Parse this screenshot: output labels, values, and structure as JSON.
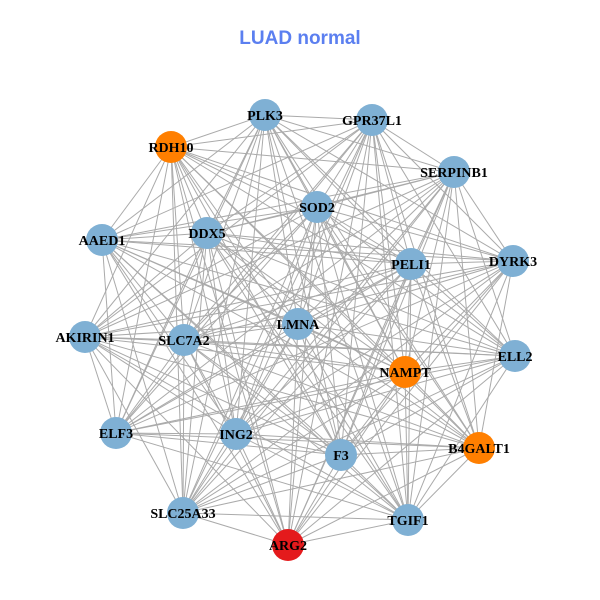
{
  "title": "LUAD normal",
  "colors": {
    "default": "#7fb0d4",
    "orange": "#ff7f00",
    "red": "#e41a1c",
    "edge": "#aaaaaa"
  },
  "nodes": [
    {
      "id": "PLK3",
      "color": "default"
    },
    {
      "id": "GPR37L1",
      "color": "default"
    },
    {
      "id": "RDH10",
      "color": "orange"
    },
    {
      "id": "SERPINB1",
      "color": "default"
    },
    {
      "id": "SOD2",
      "color": "default"
    },
    {
      "id": "AAED1",
      "color": "default"
    },
    {
      "id": "DDX5",
      "color": "default"
    },
    {
      "id": "PELI1",
      "color": "default"
    },
    {
      "id": "DYRK3",
      "color": "default"
    },
    {
      "id": "LMNA",
      "color": "default"
    },
    {
      "id": "AKIRIN1",
      "color": "default"
    },
    {
      "id": "SLC7A2",
      "color": "default"
    },
    {
      "id": "NAMPT",
      "color": "orange"
    },
    {
      "id": "ELL2",
      "color": "default"
    },
    {
      "id": "ELF3",
      "color": "default"
    },
    {
      "id": "ING2",
      "color": "default"
    },
    {
      "id": "F3",
      "color": "default"
    },
    {
      "id": "B4GALT1",
      "color": "orange"
    },
    {
      "id": "SLC25A33",
      "color": "default"
    },
    {
      "id": "TGIF1",
      "color": "default"
    },
    {
      "id": "ARG2",
      "color": "red"
    }
  ],
  "edges_complete": true,
  "edges_missing": [
    [
      "AAED1",
      "AKIRIN1"
    ],
    [
      "ELF3",
      "SLC25A33"
    ],
    [
      "ELL2",
      "B4GALT1"
    ],
    [
      "PLK3",
      "ARG2"
    ],
    [
      "DYRK3",
      "ELL2"
    ],
    [
      "ELF3",
      "ARG2"
    ]
  ]
}
